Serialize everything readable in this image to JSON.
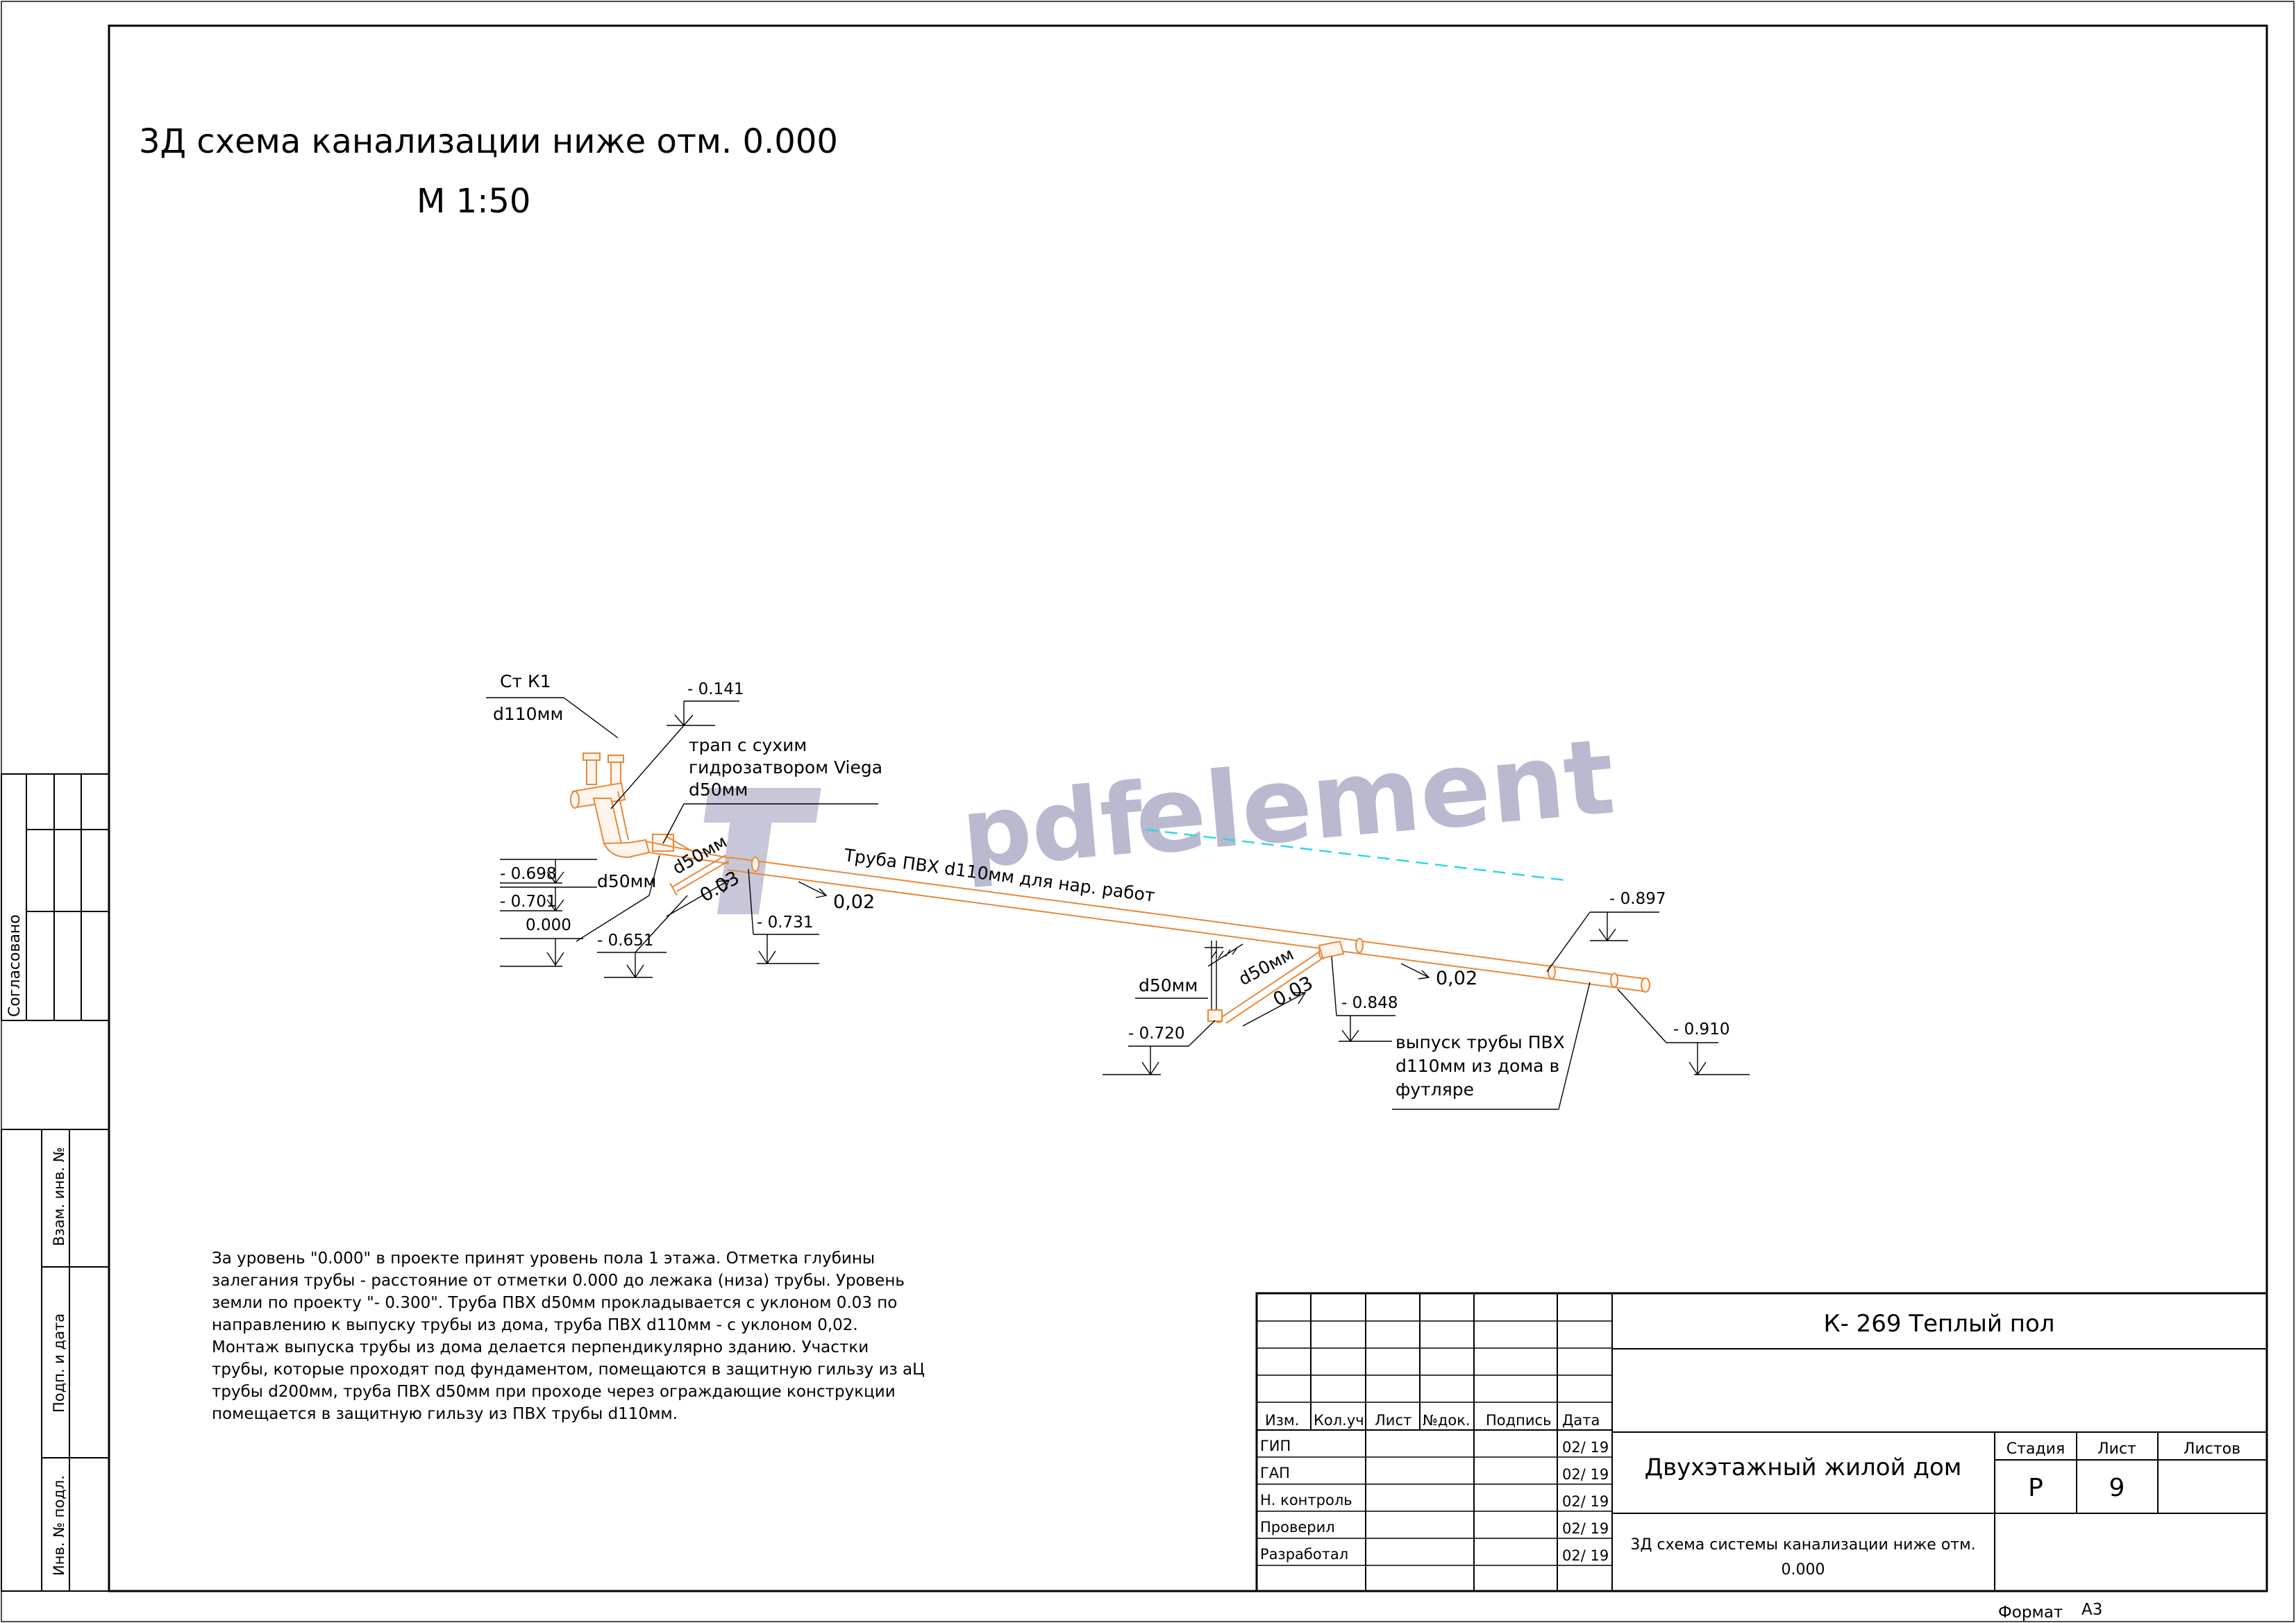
{
  "title": "3Д схема канализации ниже отм. 0.000",
  "scale": "М 1:50",
  "labels": {
    "riser_name": "Ст К1",
    "riser_diam": "d110мм",
    "mark_top": "- 0.141",
    "trap_line1": "трап с сухим",
    "trap_line2": "гидрозатвором Viega",
    "trap_line3": "d50мм",
    "mark_698": "- 0.698",
    "mark_701": "- 0.701",
    "mark_000": "0.000",
    "d50_left": "d50мм",
    "d50_diag": "d50мм",
    "slope_003_left": "0.03",
    "mark_651": "- 0.651",
    "mark_731": "- 0.731",
    "main_pipe": "Труба ПВХ d110мм для нар. работ",
    "slope_002_a": "0,02",
    "slope_002_b": "0,02",
    "mark_897": "- 0.897",
    "d50_right": "d50мм",
    "d50_right_diag": "d50мм",
    "slope_003_right": "0.03",
    "mark_848": "- 0.848",
    "mark_720": "- 0.720",
    "mark_910": "- 0.910",
    "outlet_line1": "выпуск трубы ПВХ",
    "outlet_line2": "d110мм из дома в",
    "outlet_line3": "футляре"
  },
  "notes": [
    "За уровень \"0.000\" в проекте принят уровень пола 1 этажа. Отметка глубины",
    "залегания трубы - расстояние от отметки 0.000 до лежака (низа) трубы. Уровень",
    "земли по проекту \"- 0.300\". Труба ПВХ d50мм прокладывается с уклоном 0.03 по",
    "направлению к выпуску трубы из дома, труба ПВХ d110мм - с уклоном 0,02.",
    "   Монтаж выпуска трубы из дома делается перпендикулярно зданию. Участки",
    "трубы, которые проходят под фундаментом, помещаются в защитную гильзу из аЦ",
    "трубы d200мм, труба ПВХ d50мм при проходе через ограждающие конструкции",
    "помещается в защитную гильзу из ПВХ трубы d110мм."
  ],
  "side_stamp": {
    "agreed": "Согласовано",
    "inv_vzam": "Взам. инв. №",
    "sign_date": "Подп. и дата",
    "inv_orig": "Инв. № подл."
  },
  "title_block": {
    "code": "К- 269 Теплый пол",
    "object": "Двухэтажный жилой дом",
    "sheet_title_line1": "3Д схема системы канализации ниже отм.",
    "sheet_title_line2": "0.000",
    "stage_label": "Стадия",
    "sheet_label": "Лист",
    "sheets_label": "Листов",
    "stage": "Р",
    "sheet": "9",
    "sheets": "",
    "headers": [
      "Изм.",
      "Кол.уч",
      "Лист",
      "№док.",
      "Подпись",
      "Дата"
    ],
    "rows": [
      {
        "role": "ГИП",
        "date": "02/ 19"
      },
      {
        "role": "ГАП",
        "date": "02/ 19"
      },
      {
        "role": "Н. контроль",
        "date": "02/ 19"
      },
      {
        "role": "Проверил",
        "date": "02/ 19"
      },
      {
        "role": "Разработал",
        "date": "02/ 19"
      }
    ],
    "format_label": "Формат",
    "format_value": "А3"
  },
  "watermark": {
    "part1": "pdf",
    "part2": "element"
  },
  "colors": {
    "pipe": "#e8883a",
    "watermark": "#b9b9cf",
    "guide": "#33d6e6"
  }
}
